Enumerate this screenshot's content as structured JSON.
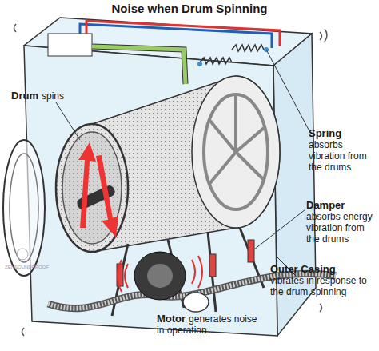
{
  "diagram": {
    "title": "Noise when Drum Spinning",
    "labels": [
      "Drum",
      "spins",
      "Spring",
      "absorbs vibration from the drums",
      "Damper",
      "absorbs energy vibration from the drums",
      "Outer Casing",
      "vibrates in response to the drum spinning",
      "Motor",
      "generates noise in operation",
      "ZENSOUNDPROOF"
    ]
  }
}
